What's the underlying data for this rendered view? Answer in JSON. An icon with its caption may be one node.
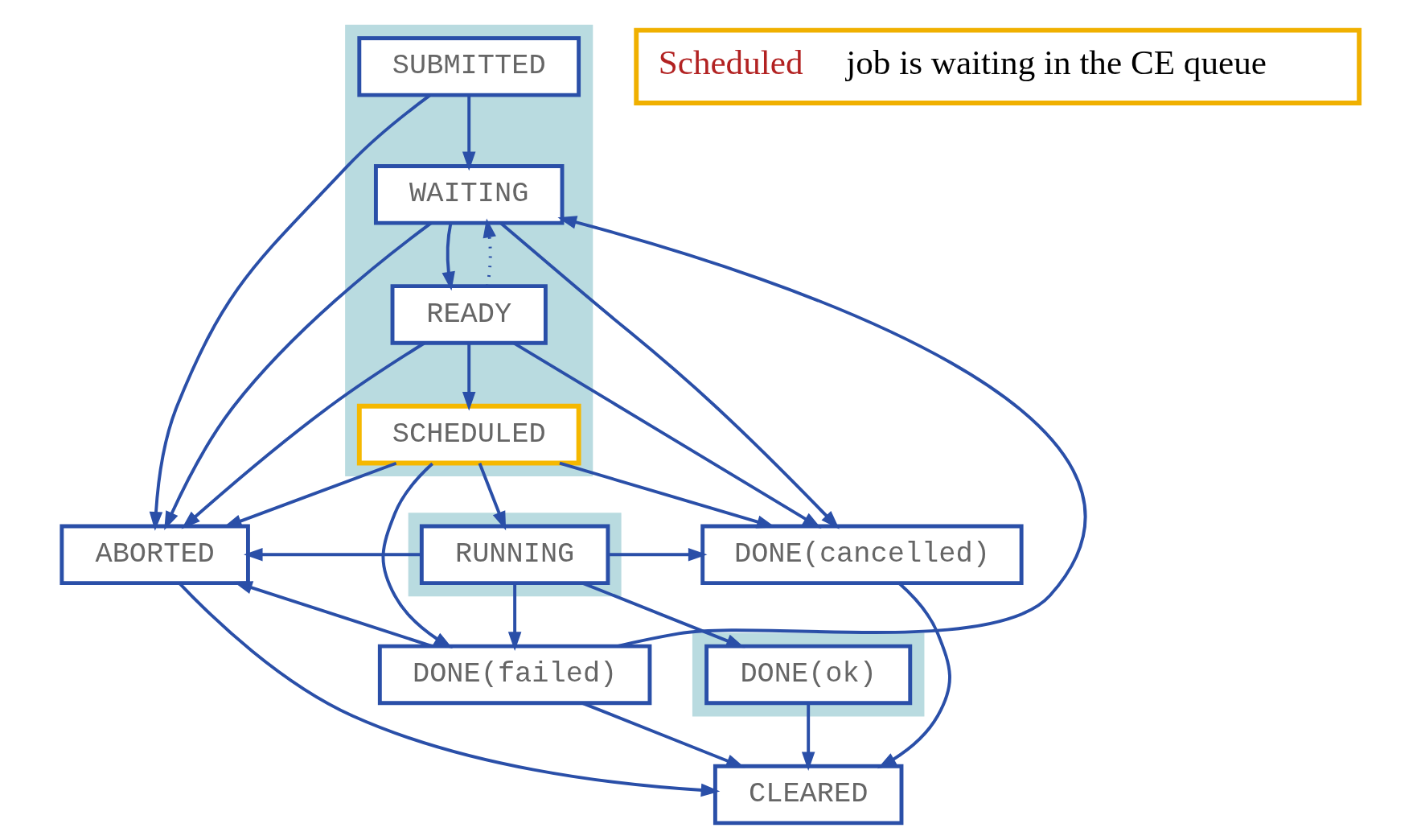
{
  "diagram": {
    "nodes": [
      {
        "text": [],
        "shape": "box"
      },
      {
        "text": [
          "SUBMITTED"
        ],
        "in": 0
      },
      {
        "text": [
          "WAITING"
        ],
        "in": 0
      },
      {
        "text": [
          "READY"
        ],
        "in": 0
      },
      {
        "text": [
          "SCHEDULED"
        ],
        "in": 0
      },
      {
        "text": [
          "Scheduled",
          "job is waiting in the CE queue"
        ]
      },
      {
        "text": [
          "DONE(cancelled)"
        ]
      },
      {
        "text": [
          "ABORTED"
        ]
      },
      {
        "text": [],
        "shape": "box"
      },
      {
        "text": [
          "RUNNING"
        ],
        "in": 8
      },
      {
        "text": [
          "DONE(failed)"
        ]
      },
      {
        "text": [],
        "shape": "box"
      },
      {
        "text": [
          "DONE(ok)"
        ],
        "in": 11
      },
      {
        "text": [
          "CLEARED"
        ]
      }
    ],
    "edges": [
      {
        "from": 1,
        "to": 2,
        "arrow": "to"
      },
      {
        "from": 2,
        "to": 3,
        "arrow": "to"
      },
      {
        "from": 3,
        "to": 4,
        "arrow": "to"
      },
      {
        "from": 4,
        "to": 9,
        "arrow": "to"
      },
      {
        "from": 3,
        "to": 2,
        "arrow": "to",
        "style": "dashed"
      },
      {
        "from": 10,
        "to": 2,
        "arrow": "to"
      },
      {
        "from": 2,
        "to": 6,
        "arrow": "to"
      },
      {
        "from": 3,
        "to": 6,
        "arrow": "to"
      },
      {
        "from": 4,
        "to": 6,
        "arrow": "to"
      },
      {
        "from": 9,
        "to": 6,
        "arrow": "to"
      },
      {
        "from": 1,
        "to": 7,
        "arrow": "to"
      },
      {
        "from": 2,
        "to": 7,
        "arrow": "to"
      },
      {
        "from": 3,
        "to": 7,
        "arrow": "to"
      },
      {
        "from": 4,
        "to": 7,
        "arrow": "to"
      },
      {
        "from": 9,
        "to": 7,
        "arrow": "to"
      },
      {
        "from": 10,
        "to": 7,
        "arrow": "to"
      },
      {
        "from": 4,
        "to": 10,
        "arrow": "to"
      },
      {
        "from": 9,
        "to": 10,
        "arrow": "to"
      },
      {
        "from": 9,
        "to": 12,
        "arrow": "to"
      },
      {
        "from": 6,
        "to": 13,
        "arrow": "to"
      },
      {
        "from": 10,
        "to": 13,
        "arrow": "to"
      },
      {
        "from": 12,
        "to": 13,
        "arrow": "to"
      },
      {
        "from": 7,
        "to": 13,
        "arrow": "to"
      }
    ]
  }
}
